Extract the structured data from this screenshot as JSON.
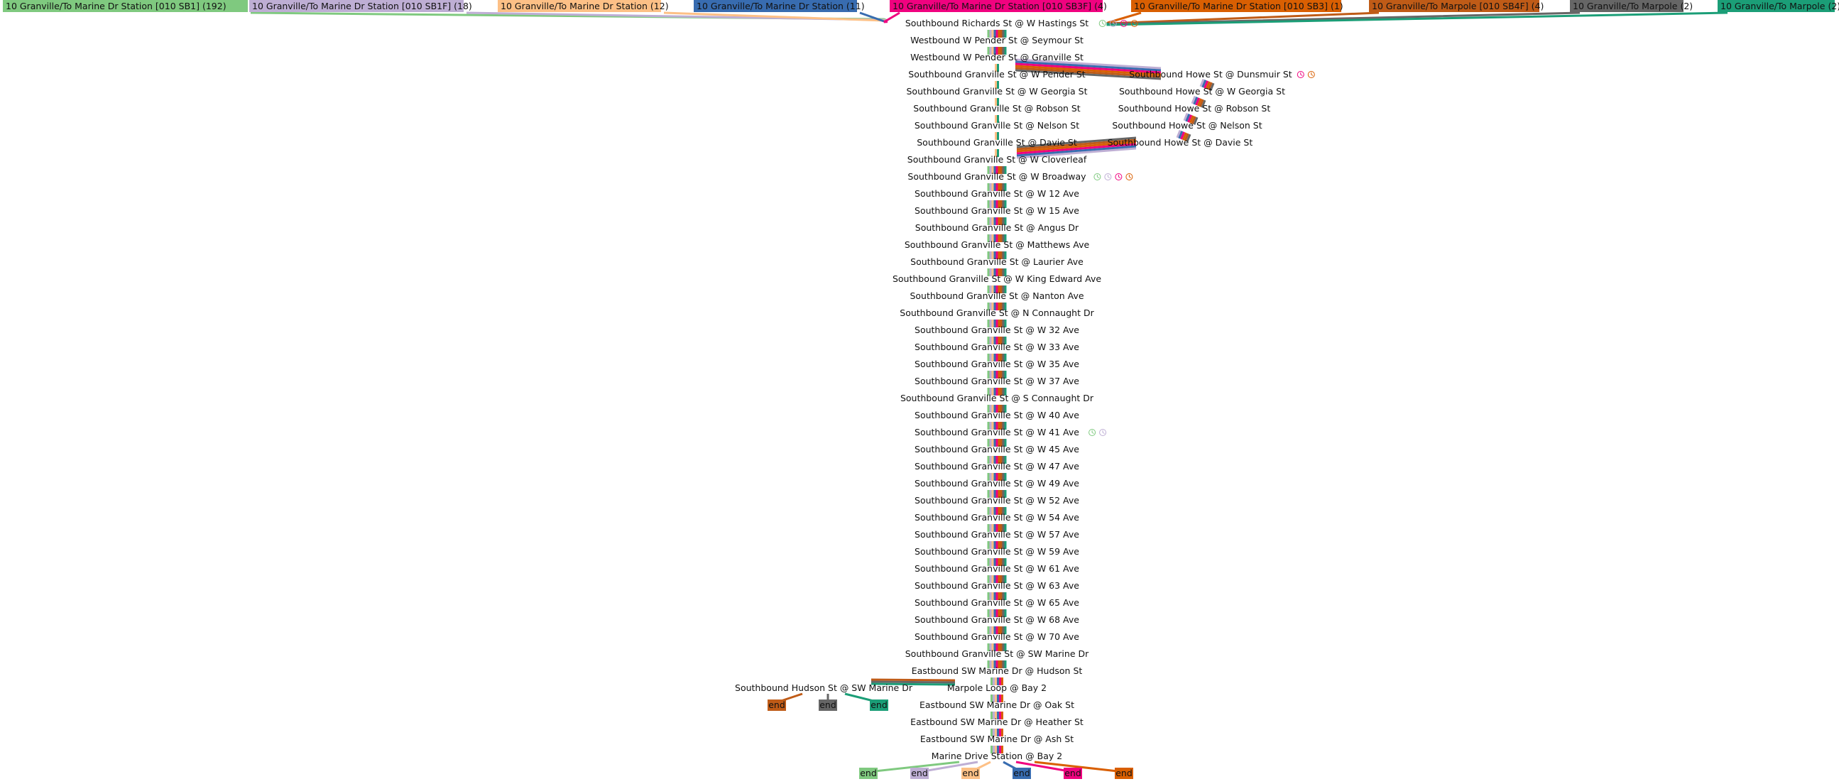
{
  "title": "Route 10 Granville southbound stop diagram",
  "routes": [
    {
      "id": "sb1",
      "label": "10 Granville/To Marine Dr Station [010 SB1] (192)",
      "color": "#7fc97f",
      "trips": 192
    },
    {
      "id": "sb1f",
      "label": "10 Granville/To Marine Dr Station [010 SB1F] (18)",
      "color": "#beaed4",
      "trips": 18
    },
    {
      "id": "mds12",
      "label": "10 Granville/To Marine Dr Station (12)",
      "color": "#fdc086",
      "trips": 12
    },
    {
      "id": "mds11",
      "label": "10 Granville/To Marine Dr Station (11)",
      "color": "#386cb0",
      "trips": 11
    },
    {
      "id": "sb3f",
      "label": "10 Granville/To Marine Dr Station [010 SB3F] (4)",
      "color": "#f0027f",
      "trips": 4
    },
    {
      "id": "sb3",
      "label": "10 Granville/To Marine Dr Station [010 SB3] (1)",
      "color": "#d95f02",
      "trips": 1
    },
    {
      "id": "sb4f",
      "label": "10 Granville/To Marpole [010 SB4F] (4)",
      "color": "#bf5b17",
      "trips": 4
    },
    {
      "id": "mp2a",
      "label": "10 Granville/To Marpole (2)",
      "color": "#666666",
      "trips": 2
    },
    {
      "id": "mp2b",
      "label": "10 Granville/To Marpole (2)",
      "color": "#1b9e77",
      "trips": 2
    }
  ],
  "main_stops": [
    {
      "name": "Southbound Richards St @ W Hastings St",
      "timepoints": [
        "sb1",
        "sb1f",
        "sb3f",
        "sb3"
      ]
    },
    {
      "name": "Westbound W Pender St @ Seymour St"
    },
    {
      "name": "Westbound W Pender St @ Granville St"
    },
    {
      "name": "Southbound Granville St @ W Pender St"
    },
    {
      "name": "Southbound Granville St @ W Georgia St"
    },
    {
      "name": "Southbound Granville St @ Robson St"
    },
    {
      "name": "Southbound Granville St @ Nelson St"
    },
    {
      "name": "Southbound Granville St @ Davie St"
    },
    {
      "name": "Southbound Granville St @ W Cloverleaf"
    },
    {
      "name": "Southbound Granville St @ W Broadway",
      "timepoints": [
        "sb1",
        "sb1f",
        "sb3f",
        "sb3"
      ]
    },
    {
      "name": "Southbound Granville St @ W 12 Ave"
    },
    {
      "name": "Southbound Granville St @ W 15 Ave"
    },
    {
      "name": "Southbound Granville St @ Angus Dr"
    },
    {
      "name": "Southbound Granville St @ Matthews Ave"
    },
    {
      "name": "Southbound Granville St @ Laurier Ave"
    },
    {
      "name": "Southbound Granville St @ W King Edward Ave"
    },
    {
      "name": "Southbound Granville St @ Nanton Ave"
    },
    {
      "name": "Southbound Granville St @ N Connaught Dr"
    },
    {
      "name": "Southbound Granville St @ W 32 Ave"
    },
    {
      "name": "Southbound Granville St @ W 33 Ave"
    },
    {
      "name": "Southbound Granville St @ W 35 Ave"
    },
    {
      "name": "Southbound Granville St @ W 37 Ave"
    },
    {
      "name": "Southbound Granville St @ S Connaught Dr"
    },
    {
      "name": "Southbound Granville St @ W 40 Ave"
    },
    {
      "name": "Southbound Granville St @ W 41 Ave",
      "timepoints": [
        "sb1",
        "sb1f"
      ]
    },
    {
      "name": "Southbound Granville St @ W 45 Ave"
    },
    {
      "name": "Southbound Granville St @ W 47 Ave"
    },
    {
      "name": "Southbound Granville St @ W 49 Ave"
    },
    {
      "name": "Southbound Granville St @ W 52 Ave"
    },
    {
      "name": "Southbound Granville St @ W 54 Ave"
    },
    {
      "name": "Southbound Granville St @ W 57 Ave"
    },
    {
      "name": "Southbound Granville St @ W 59 Ave"
    },
    {
      "name": "Southbound Granville St @ W 61 Ave"
    },
    {
      "name": "Southbound Granville St @ W 63 Ave"
    },
    {
      "name": "Southbound Granville St @ W 65 Ave"
    },
    {
      "name": "Southbound Granville St @ W 68 Ave"
    },
    {
      "name": "Southbound Granville St @ W 70 Ave"
    },
    {
      "name": "Southbound Granville St @ SW Marine Dr"
    },
    {
      "name": "Eastbound SW Marine Dr @ Hudson St"
    },
    {
      "name": "Marpole Loop @ Bay 2"
    },
    {
      "name": "Eastbound SW Marine Dr @ Oak St"
    },
    {
      "name": "Eastbound SW Marine Dr @ Heather St"
    },
    {
      "name": "Eastbound SW Marine Dr @ Ash St"
    },
    {
      "name": "Marine Drive Station @ Bay 2"
    }
  ],
  "howe_stops": [
    {
      "name": "Southbound Howe St @ Dunsmuir St",
      "timepoints": [
        "sb3f",
        "sb3"
      ]
    },
    {
      "name": "Southbound Howe St @ W Georgia St"
    },
    {
      "name": "Southbound Howe St @ Robson St"
    },
    {
      "name": "Southbound Howe St @ Nelson St"
    },
    {
      "name": "Southbound Howe St @ Davie St"
    }
  ],
  "hudson_stop": {
    "name": "Southbound Hudson St @ SW Marine Dr"
  },
  "end_label": "end",
  "marine_ends": [
    "sb1",
    "sb1f",
    "mds12",
    "mds11",
    "sb3f",
    "sb3"
  ],
  "hudson_ends": [
    "sb4f",
    "mp2a",
    "mp2b"
  ],
  "segments": {
    "all": [
      "sb1",
      "sb1f",
      "mds12",
      "mds11",
      "sb3f",
      "sb3",
      "sb4f",
      "mp2a",
      "mp2b"
    ],
    "granville_only": [
      "mds12",
      "mp2b"
    ],
    "howe": [
      "sb1f",
      "mds11",
      "sb3f",
      "sb3",
      "sb4f",
      "mp2a"
    ],
    "after_marpole": [
      "sb1",
      "sb1f",
      "mds12",
      "mds11",
      "sb3f",
      "sb3"
    ]
  }
}
